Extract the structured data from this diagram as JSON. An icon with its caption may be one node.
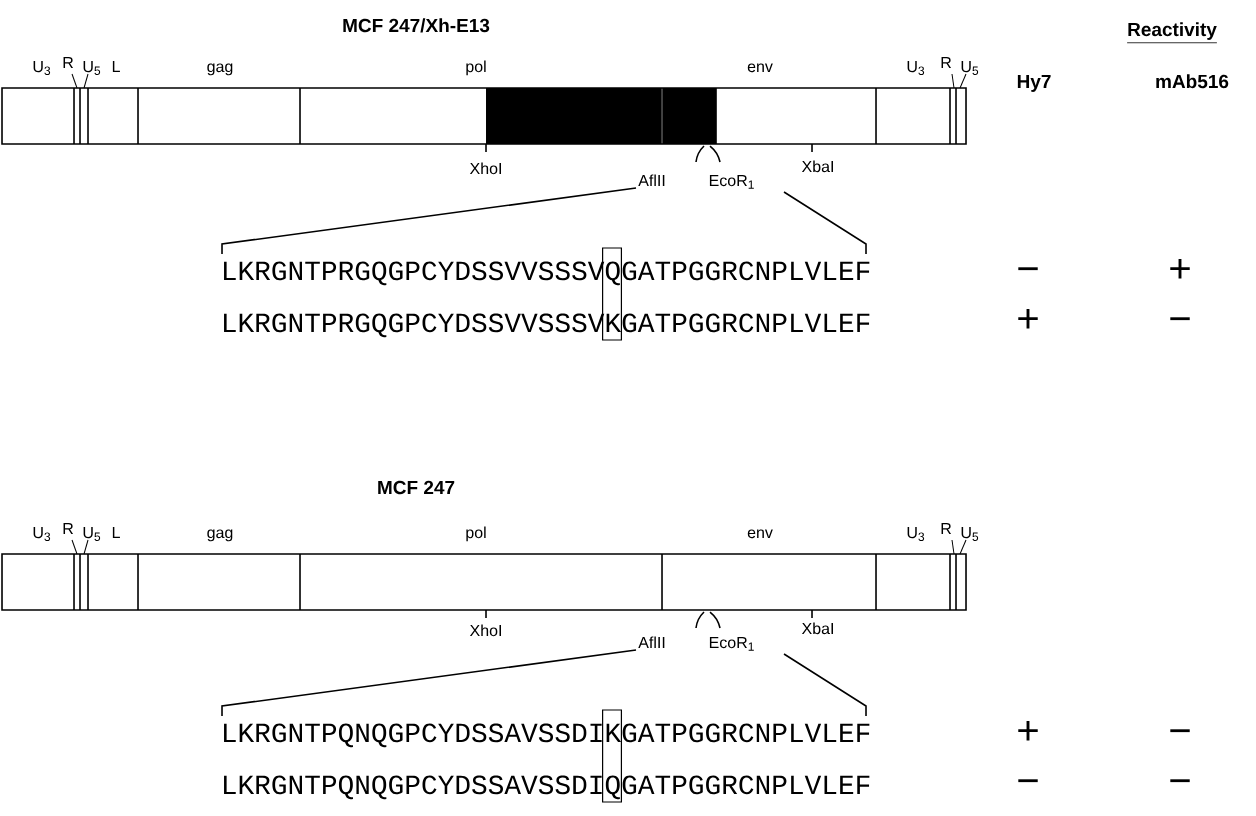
{
  "diagram": {
    "labels": [
      "MCF 247/Xh-E13",
      "Reactivity",
      "U$_{3}$",
      "R",
      "U$_{5}$",
      "L",
      "gag",
      "pol",
      "env",
      "U$_{3}$",
      "R",
      "U$_{5}$",
      "Hy7",
      "mAb516",
      "XhoI",
      "AflII",
      "EcoR$_{1}$",
      "XbaI",
      "LKRGNTPRGQGPCYDSSVVSSSVQGATPGGRCNPLVLEF",
      "−",
      "+",
      "LKRGNTPRGQGPCYDSSVVSSSVKGATPGGRCNPLVLEF",
      "+",
      "−",
      "MCF 247",
      "U$_{3}$",
      "R",
      "U$_{5}$",
      "L",
      "gag",
      "pol",
      "env",
      "U$_{3}$",
      "R",
      "U$_{5}$",
      "XhoI",
      "AflII",
      "EcoR$_{1}$",
      "XbaI",
      "LKRGNTPQNQGPCYDSSAVSSDIKGATPGGRCNPLVLEF",
      "+",
      "−",
      "LKRGNTPQNQGPCYDSSAVSSDIQGATPGGRCNPLVLEF",
      "−",
      "−"
    ]
  }
}
